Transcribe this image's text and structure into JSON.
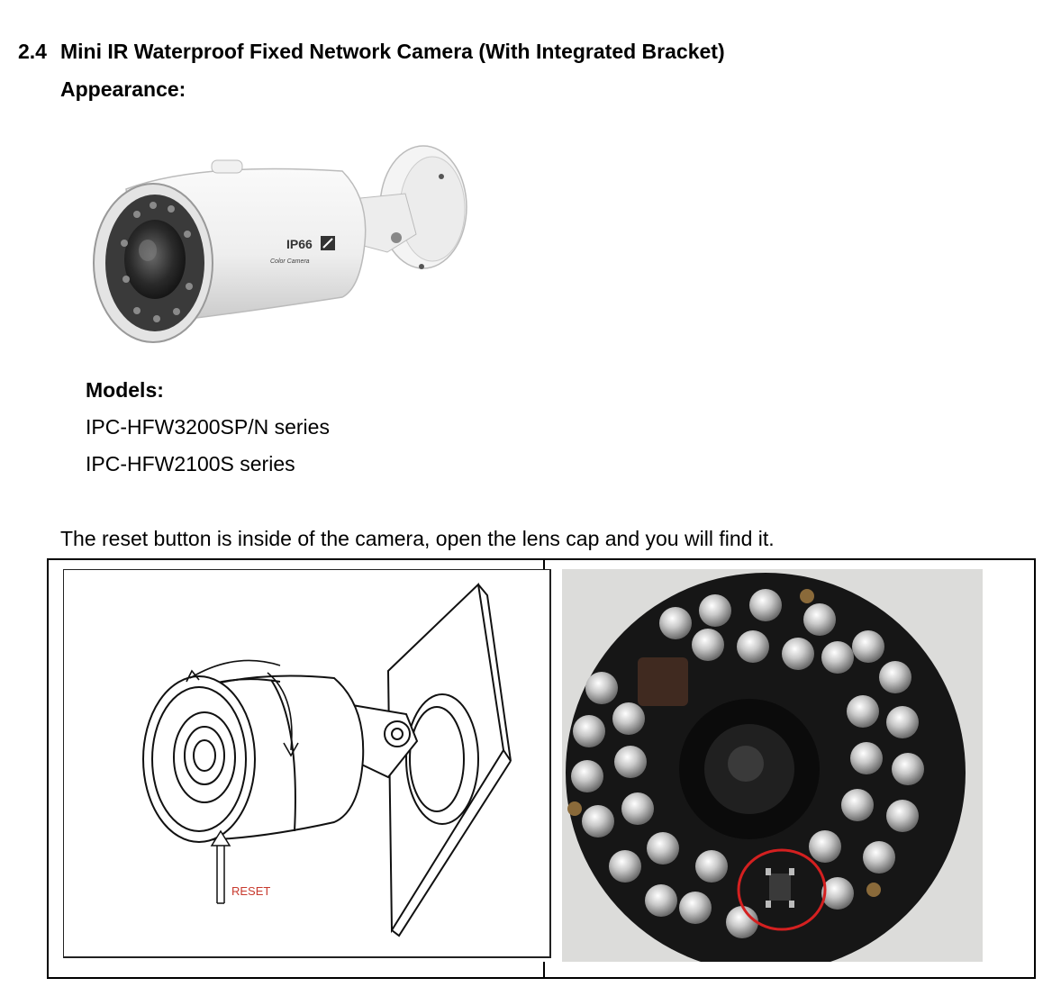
{
  "heading": {
    "number": "2.4",
    "title": "Mini IR Waterproof Fixed Network Camera (With Integrated Bracket)"
  },
  "appearance_label": "Appearance:",
  "camera_badge": {
    "rating": "IP66",
    "caption": "Color Camera"
  },
  "models_label": "Models:",
  "models": [
    "IPC-HFW3200SP/N series",
    "IPC-HFW2100S series"
  ],
  "reset_note": "The reset button is inside of the camera, open the lens cap and you will find it.",
  "diagram": {
    "reset_label": "RESET"
  },
  "colors": {
    "reset_label": "#c83a2e",
    "highlight_circle": "#d42020",
    "pcb": "#1a1a1a"
  }
}
